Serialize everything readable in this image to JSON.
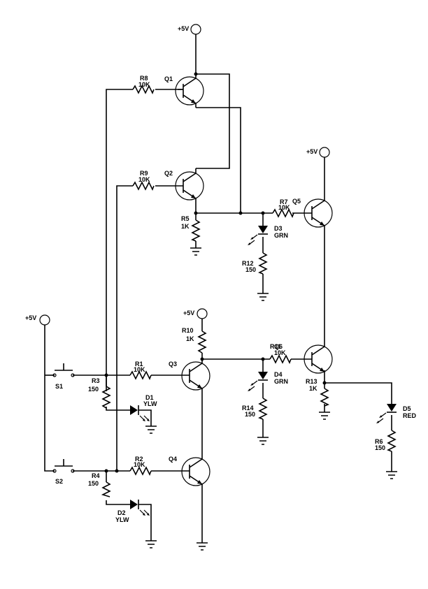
{
  "power": {
    "q1_supply": "+5V",
    "q5_supply": "+5V",
    "r10_supply": "+5V",
    "switch_supply": "+5V"
  },
  "transistors": {
    "q1": "Q1",
    "q2": "Q2",
    "q3": "Q3",
    "q4": "Q4",
    "q5": "Q5",
    "q6": "Q6"
  },
  "resistors": {
    "r1": {
      "ref": "R1",
      "value": "10K"
    },
    "r2": {
      "ref": "R2",
      "value": "10K"
    },
    "r3": {
      "ref": "R3",
      "value": "150"
    },
    "r4": {
      "ref": "R4",
      "value": "150"
    },
    "r5": {
      "ref": "R5",
      "value": "1K"
    },
    "r6": {
      "ref": "R6",
      "value": "150"
    },
    "r7": {
      "ref": "R7",
      "value": "10K"
    },
    "r8": {
      "ref": "R8",
      "value": "10K"
    },
    "r9": {
      "ref": "R9",
      "value": "10K"
    },
    "r10": {
      "ref": "R10",
      "value": "1K"
    },
    "r11": {
      "ref": "R11",
      "value": "10K"
    },
    "r12": {
      "ref": "R12",
      "value": "150"
    },
    "r13": {
      "ref": "R13",
      "value": "1K"
    },
    "r14": {
      "ref": "R14",
      "value": "150"
    }
  },
  "leds": {
    "d1": {
      "ref": "D1",
      "color": "YLW"
    },
    "d2": {
      "ref": "D2",
      "color": "YLW"
    },
    "d3": {
      "ref": "D3",
      "color": "GRN"
    },
    "d4": {
      "ref": "D4",
      "color": "GRN"
    },
    "d5": {
      "ref": "D5",
      "color": "RED"
    }
  },
  "switches": {
    "s1": "S1",
    "s2": "S2"
  }
}
